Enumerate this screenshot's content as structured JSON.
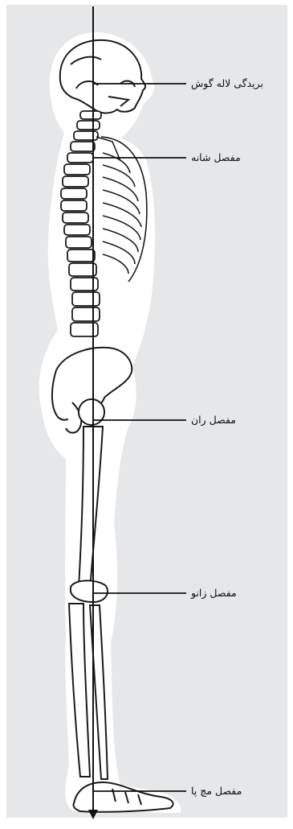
{
  "colors": {
    "panel": "#e6e7e9",
    "body_outline": "#ffffff",
    "bone_fill": "#ffffff",
    "bone_stroke": "#1a1a1a",
    "line": "#111111"
  },
  "labels": {
    "earlobe": "بریدگی لاله گوش",
    "shoulder": "مفصل شانه",
    "hip": "مفصل ران",
    "knee": "مفصل زانو",
    "ankle": "مفصل مچ پا"
  },
  "icons": {
    "arrow": "arrow-down-icon"
  }
}
